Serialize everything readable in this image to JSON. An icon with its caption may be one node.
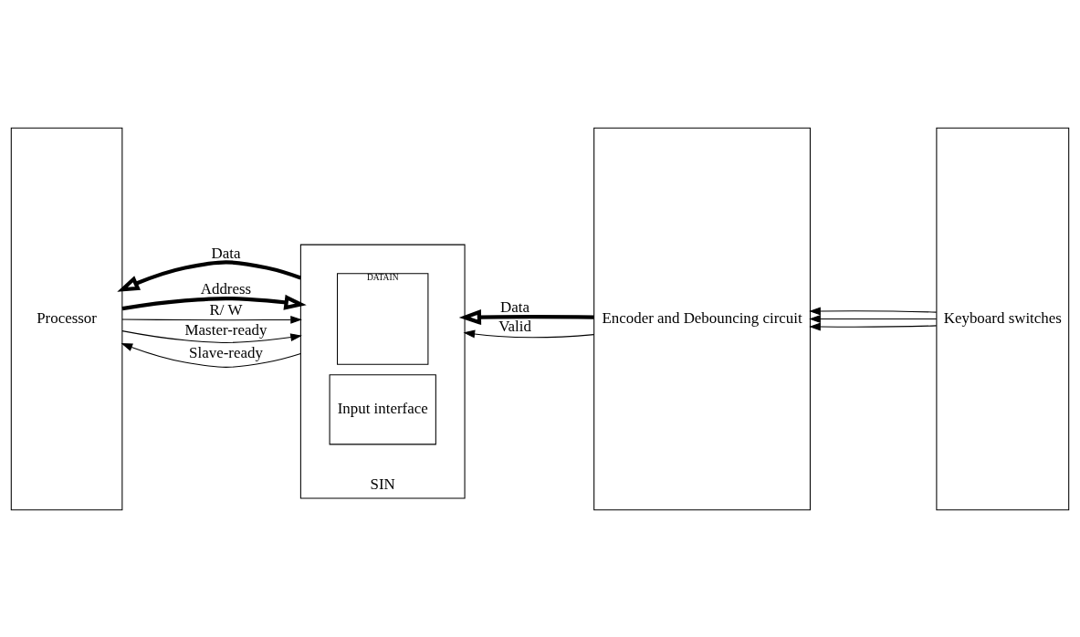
{
  "diagram": {
    "nodes": [
      {
        "text": [
          "Processor"
        ]
      },
      {
        "text": [
          "SIN"
        ]
      },
      {
        "text": [
          "DATAIN"
        ],
        "in": 1
      },
      {
        "text": [
          "Input interface"
        ],
        "in": 1
      },
      {
        "text": [
          "Encoder and Debouncing circuit"
        ]
      },
      {
        "text": [
          "Keyboard switches"
        ]
      }
    ],
    "edges": [
      {
        "from": 1,
        "to": 0,
        "arrow": "to",
        "label": "Data",
        "style": "thick"
      },
      {
        "from": 4,
        "to": 1,
        "arrow": "to",
        "label": "Data",
        "style": "thick"
      },
      {
        "from": 0,
        "to": 1,
        "arrow": "to",
        "label": "Address",
        "style": "thick"
      },
      {
        "from": 0,
        "to": 1,
        "arrow": "to",
        "label": "R/ W"
      },
      {
        "from": 0,
        "to": 1,
        "arrow": "to",
        "label": "Master-ready"
      },
      {
        "from": 4,
        "to": 1,
        "arrow": "to",
        "label": "Valid"
      },
      {
        "from": 1,
        "to": 0,
        "arrow": "to",
        "label": "Slave-ready"
      },
      {
        "from": 5,
        "to": 4,
        "arrow": "to"
      },
      {
        "from": 5,
        "to": 4,
        "arrow": "to"
      },
      {
        "from": 5,
        "to": 4,
        "arrow": "to"
      }
    ]
  }
}
